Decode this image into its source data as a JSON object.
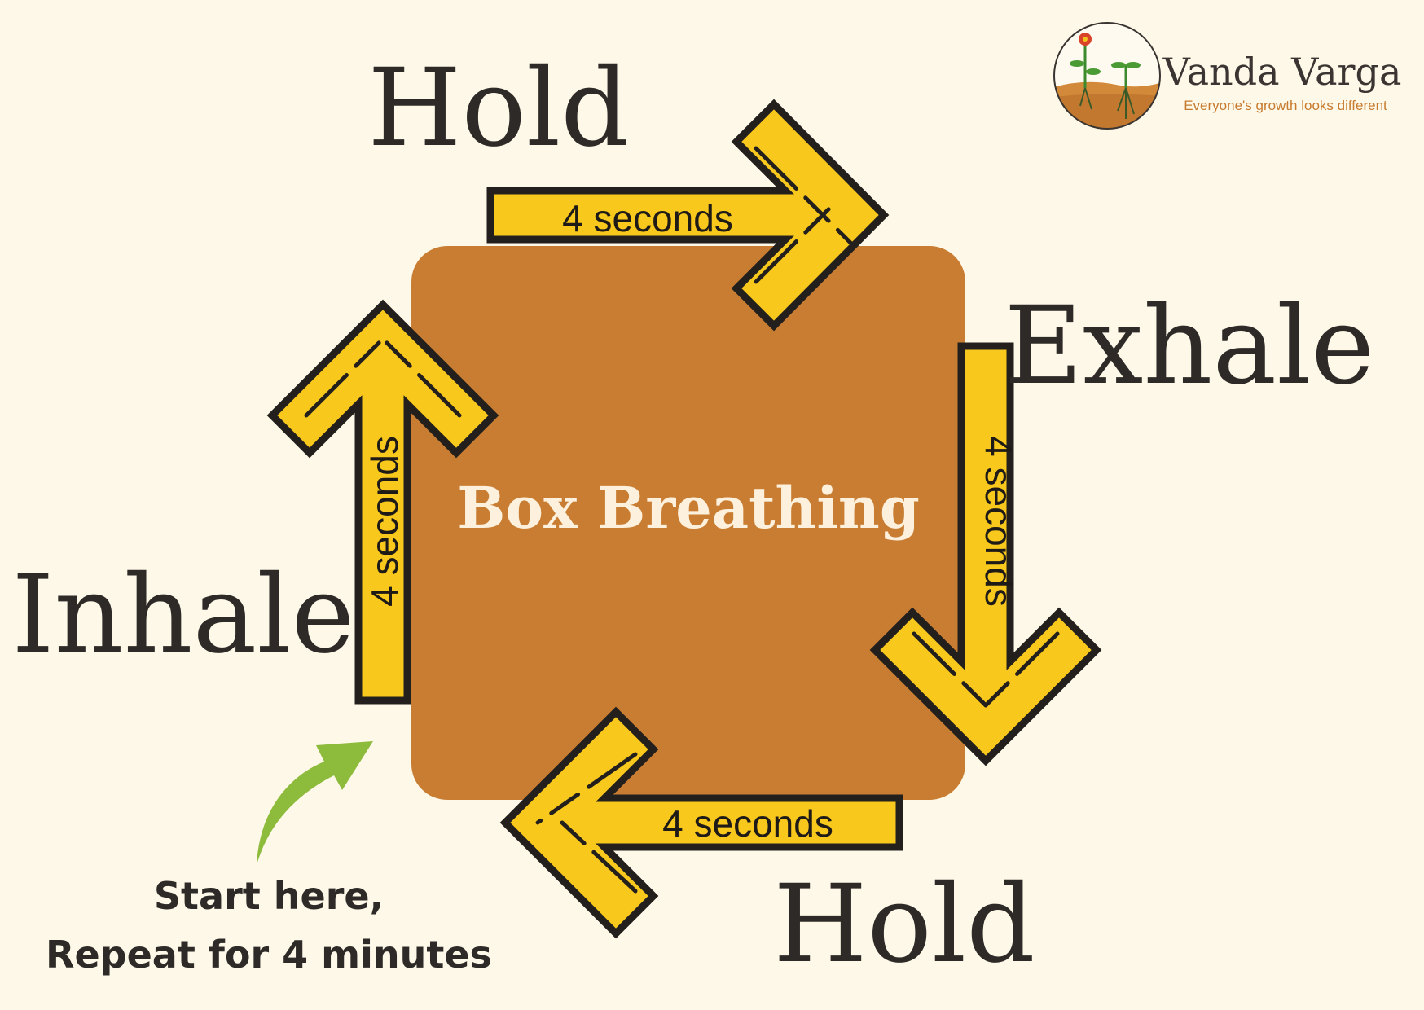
{
  "title": "Box Breathing",
  "phases": {
    "hold_top": "Hold",
    "exhale": "Exhale",
    "hold_bottom": "Hold",
    "inhale": "Inhale"
  },
  "durations": {
    "top": "4 seconds",
    "right": "4 seconds",
    "bottom": "4 seconds",
    "left": "4 seconds"
  },
  "start_note": {
    "line1": "Start here,",
    "line2": "Repeat for 4 minutes"
  },
  "brand": {
    "name": "Vanda Varga",
    "tagline": "Everyone's growth looks different"
  },
  "colors": {
    "background": "#fdf8e7",
    "box": "#c97d32",
    "arrow": "#f9c81c",
    "outline": "#231f1c",
    "start_arrow": "#8dbb3c",
    "tagline": "#c77a2e"
  },
  "icons": [
    "arrow-right-icon",
    "arrow-down-icon",
    "arrow-left-icon",
    "arrow-up-icon",
    "curved-start-arrow-icon",
    "logo-icon"
  ]
}
